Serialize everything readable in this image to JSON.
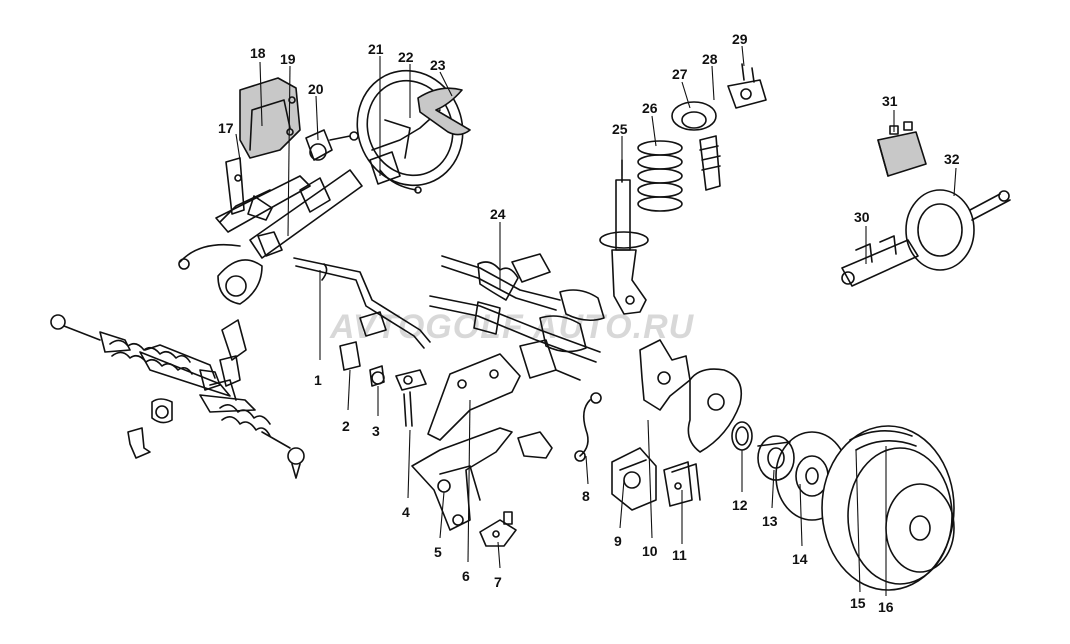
{
  "watermark": "AVTOGOLF AUTO.RU",
  "callouts": [
    {
      "id": "c1",
      "label": "1"
    },
    {
      "id": "c2",
      "label": "2"
    },
    {
      "id": "c3",
      "label": "3"
    },
    {
      "id": "c4",
      "label": "4"
    },
    {
      "id": "c5",
      "label": "5"
    },
    {
      "id": "c6",
      "label": "6"
    },
    {
      "id": "c7",
      "label": "7"
    },
    {
      "id": "c8",
      "label": "8"
    },
    {
      "id": "c9",
      "label": "9"
    },
    {
      "id": "c10",
      "label": "10"
    },
    {
      "id": "c11",
      "label": "11"
    },
    {
      "id": "c12",
      "label": "12"
    },
    {
      "id": "c13",
      "label": "13"
    },
    {
      "id": "c14",
      "label": "14"
    },
    {
      "id": "c15",
      "label": "15"
    },
    {
      "id": "c16",
      "label": "16"
    },
    {
      "id": "c17",
      "label": "17"
    },
    {
      "id": "c18",
      "label": "18"
    },
    {
      "id": "c19",
      "label": "19"
    },
    {
      "id": "c20",
      "label": "20"
    },
    {
      "id": "c21",
      "label": "21"
    },
    {
      "id": "c22",
      "label": "22"
    },
    {
      "id": "c23",
      "label": "23"
    },
    {
      "id": "c24",
      "label": "24"
    },
    {
      "id": "c25",
      "label": "25"
    },
    {
      "id": "c26",
      "label": "26"
    },
    {
      "id": "c27",
      "label": "27"
    },
    {
      "id": "c28",
      "label": "28"
    },
    {
      "id": "c29",
      "label": "29"
    },
    {
      "id": "c30",
      "label": "30"
    },
    {
      "id": "c31",
      "label": "31"
    },
    {
      "id": "c32",
      "label": "32"
    }
  ]
}
